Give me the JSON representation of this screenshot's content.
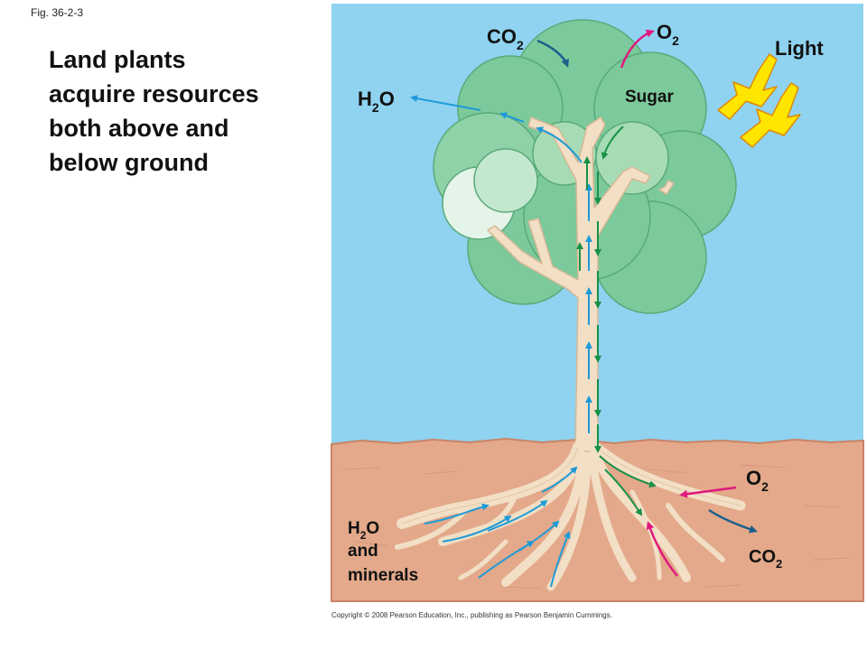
{
  "figure_number": "Fig. 36-2-3",
  "caption_lines": [
    "Land plants",
    "acquire resources",
    "both above and",
    "below ground"
  ],
  "labels": {
    "co2_top": {
      "main": "CO",
      "sub": "2"
    },
    "o2_top": {
      "main": "O",
      "sub": "2"
    },
    "light": "Light",
    "h2o_top": {
      "pre": "H",
      "sub": "2",
      "post": "O"
    },
    "sugar": "Sugar",
    "o2_bottom": {
      "main": "O",
      "sub": "2"
    },
    "co2_bottom": {
      "main": "CO",
      "sub": "2"
    },
    "h2o_minerals": {
      "pre": "H",
      "sub": "2",
      "post": "O",
      "line2": "and",
      "line3": "minerals"
    }
  },
  "copyright": "Copyright © 2008 Pearson Education, Inc., publishing as Pearson Benjamin Cummings.",
  "colors": {
    "sky": "#8fd3f0",
    "soil": "#e3a98a",
    "soil_edge": "#c98466",
    "canopy": "#7cc99b",
    "canopy_light": "#a6dcb5",
    "canopy_edge": "#5aa97a",
    "trunk": "#f2dfc5",
    "trunk_edge": "#d6b896",
    "water_arrow": "#1e9bd7",
    "sugar_arrow": "#179147",
    "o2_arrow": "#e0197e",
    "co2_arrow": "#1b5f8d",
    "light_fill": "#ffe600",
    "light_edge": "#e08a00"
  }
}
